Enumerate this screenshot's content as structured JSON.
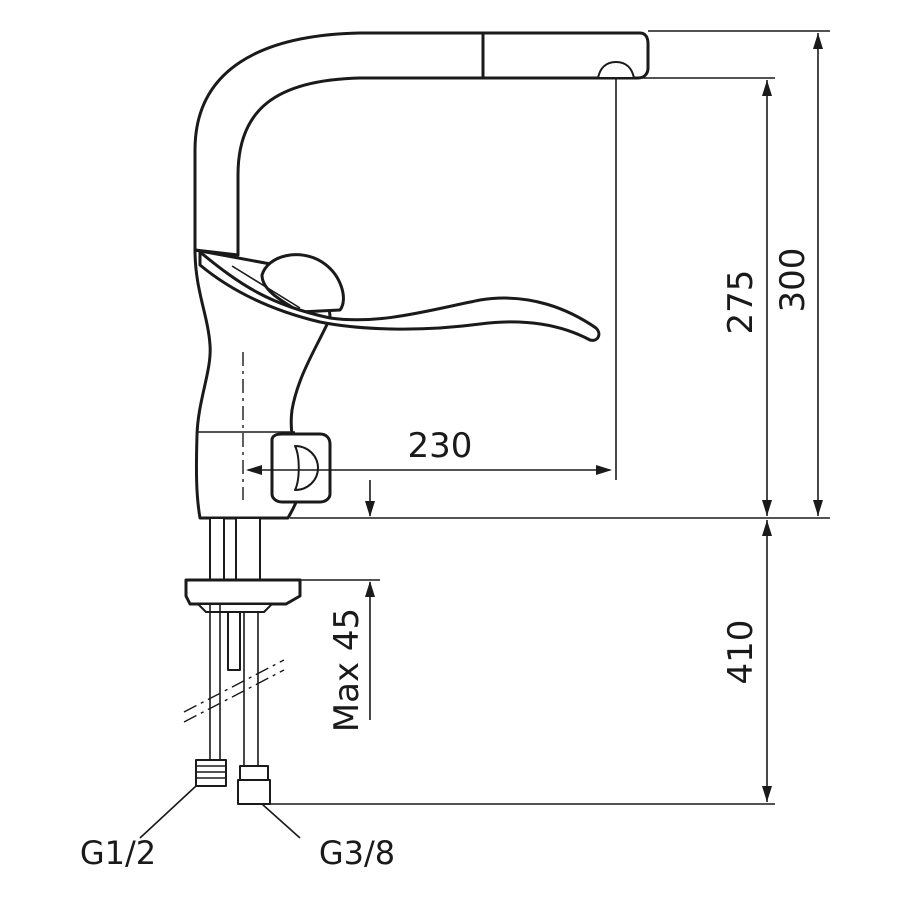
{
  "colors": {
    "line": "#1a1a1a",
    "background": "#ffffff"
  },
  "dimensions": {
    "reach": "230",
    "spout_height": "275",
    "total_height": "300",
    "hose_length": "410",
    "max_counter": "Max 45"
  },
  "connections": {
    "left": "G1/2",
    "right": "G3/8"
  }
}
